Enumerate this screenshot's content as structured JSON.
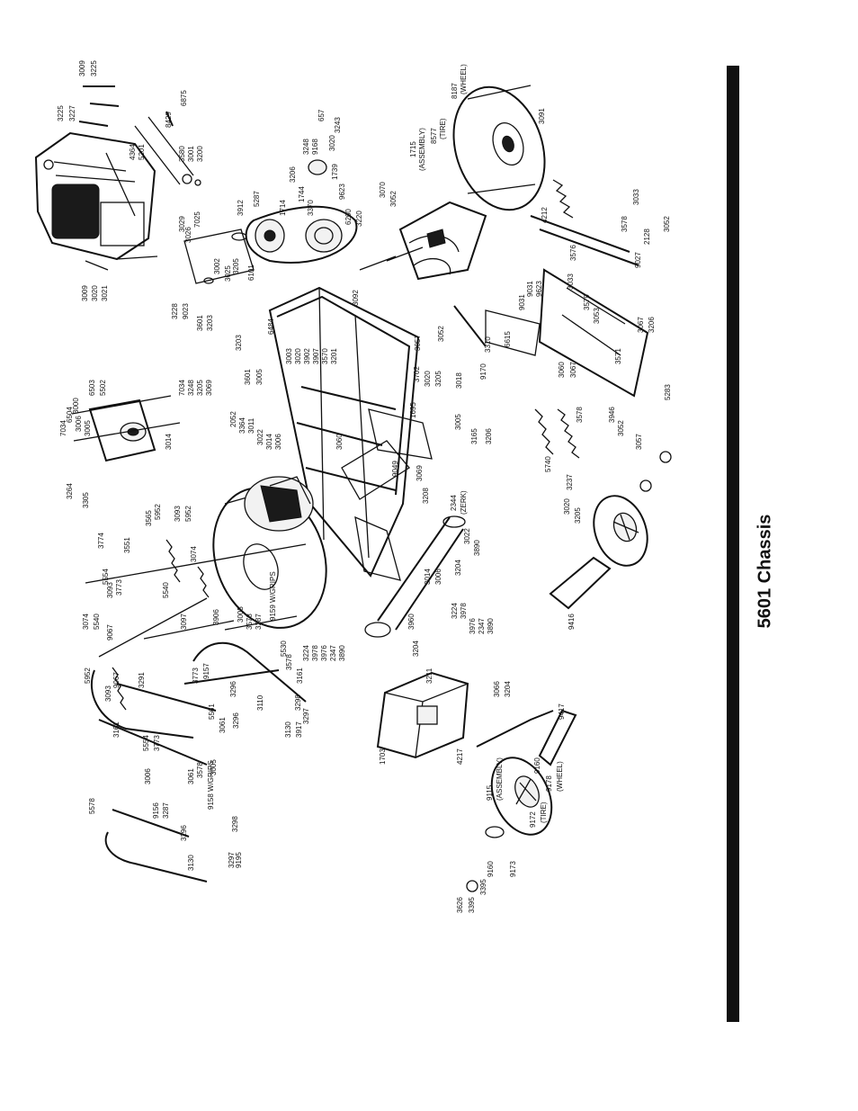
{
  "page": {
    "title": "5601 Chassis"
  },
  "diagram": {
    "parts": [
      {
        "id": "p1",
        "label": "3009"
      },
      {
        "id": "p2",
        "label": "3225"
      },
      {
        "id": "p3",
        "label": "3225"
      },
      {
        "id": "p4",
        "label": "3227"
      },
      {
        "id": "p5",
        "label": "6875"
      },
      {
        "id": "p6",
        "label": "8429"
      },
      {
        "id": "p7",
        "label": "3580"
      },
      {
        "id": "p8",
        "label": "3001"
      },
      {
        "id": "p9",
        "label": "3200"
      },
      {
        "id": "p10",
        "label": "4364"
      },
      {
        "id": "p11",
        "label": "5201"
      },
      {
        "id": "p12",
        "label": "3912"
      },
      {
        "id": "p13",
        "label": "3029"
      },
      {
        "id": "p14",
        "label": "3026"
      },
      {
        "id": "p15",
        "label": "7025"
      },
      {
        "id": "p16",
        "label": "3009"
      },
      {
        "id": "p17",
        "label": "3020"
      },
      {
        "id": "p18",
        "label": "3021"
      },
      {
        "id": "p19",
        "label": "3228"
      },
      {
        "id": "p20",
        "label": "9023"
      },
      {
        "id": "p21",
        "label": "3601"
      },
      {
        "id": "p22",
        "label": "3203"
      },
      {
        "id": "p23",
        "label": "3002"
      },
      {
        "id": "p24",
        "label": "3025"
      },
      {
        "id": "p25",
        "label": "3205"
      },
      {
        "id": "p26",
        "label": "5287"
      },
      {
        "id": "p27",
        "label": "1714"
      },
      {
        "id": "p28",
        "label": "6101"
      },
      {
        "id": "p29",
        "label": "6484"
      },
      {
        "id": "p30",
        "label": "3601"
      },
      {
        "id": "p31",
        "label": "3005"
      },
      {
        "id": "p32",
        "label": "3203"
      },
      {
        "id": "p33",
        "label": "3003"
      },
      {
        "id": "p34",
        "label": "3020"
      },
      {
        "id": "p35",
        "label": "3902"
      },
      {
        "id": "p36",
        "label": "3907"
      },
      {
        "id": "p37",
        "label": "3570"
      },
      {
        "id": "p38",
        "label": "3201"
      },
      {
        "id": "p39",
        "label": "657"
      },
      {
        "id": "p40",
        "label": "3248"
      },
      {
        "id": "p41",
        "label": "9168"
      },
      {
        "id": "p42",
        "label": "3020"
      },
      {
        "id": "p43",
        "label": "3243"
      },
      {
        "id": "p44",
        "label": "3206"
      },
      {
        "id": "p45",
        "label": "1744"
      },
      {
        "id": "p46",
        "label": "3370"
      },
      {
        "id": "p47",
        "label": "9623"
      },
      {
        "id": "p48",
        "label": "1739"
      },
      {
        "id": "p49",
        "label": "6260"
      },
      {
        "id": "p50",
        "label": "3220"
      },
      {
        "id": "p51",
        "label": "3070"
      },
      {
        "id": "p52",
        "label": "3052"
      },
      {
        "id": "p53",
        "label": "1715"
      },
      {
        "id": "p54",
        "label": "(ASSEMBLY)"
      },
      {
        "id": "p55",
        "label": "8577"
      },
      {
        "id": "p56",
        "label": "(TIRE)"
      },
      {
        "id": "p57",
        "label": "8187"
      },
      {
        "id": "p58",
        "label": "(WHEEL)"
      },
      {
        "id": "p59",
        "label": "3091"
      },
      {
        "id": "p60",
        "label": "3092"
      },
      {
        "id": "p61",
        "label": "3057"
      },
      {
        "id": "p62",
        "label": "3052"
      },
      {
        "id": "p63",
        "label": "3310"
      },
      {
        "id": "p64",
        "label": "6615"
      },
      {
        "id": "p65",
        "label": "3018"
      },
      {
        "id": "p66",
        "label": "9170"
      },
      {
        "id": "p67",
        "label": "3702"
      },
      {
        "id": "p68",
        "label": "3020"
      },
      {
        "id": "p69",
        "label": "3205"
      },
      {
        "id": "p70",
        "label": "1695"
      },
      {
        "id": "p71",
        "label": "3005"
      },
      {
        "id": "p72",
        "label": "3165"
      },
      {
        "id": "p73",
        "label": "3206"
      },
      {
        "id": "p74",
        "label": "4212"
      },
      {
        "id": "p75",
        "label": "3578"
      },
      {
        "id": "p76",
        "label": "3033"
      },
      {
        "id": "p77",
        "label": "2128"
      },
      {
        "id": "p78",
        "label": "9027"
      },
      {
        "id": "p79",
        "label": "3052"
      },
      {
        "id": "p80",
        "label": "3576"
      },
      {
        "id": "p81",
        "label": "9031"
      },
      {
        "id": "p82",
        "label": "3033"
      },
      {
        "id": "p83",
        "label": "9031"
      },
      {
        "id": "p84",
        "label": "9623"
      },
      {
        "id": "p85",
        "label": "3579"
      },
      {
        "id": "p86",
        "label": "3053"
      },
      {
        "id": "p87",
        "label": "3067"
      },
      {
        "id": "p88",
        "label": "3206"
      },
      {
        "id": "p89",
        "label": "3571"
      },
      {
        "id": "p90",
        "label": "3060"
      },
      {
        "id": "p91",
        "label": "3067"
      },
      {
        "id": "p92",
        "label": "3578"
      },
      {
        "id": "p93",
        "label": "3946"
      },
      {
        "id": "p94",
        "label": "3052"
      },
      {
        "id": "p95",
        "label": "3057"
      },
      {
        "id": "p96",
        "label": "5283"
      },
      {
        "id": "p97",
        "label": "5740"
      },
      {
        "id": "p98",
        "label": "3237"
      },
      {
        "id": "p99",
        "label": "3020"
      },
      {
        "id": "p100",
        "label": "3205"
      },
      {
        "id": "p101",
        "label": "3069"
      },
      {
        "id": "p102",
        "label": "3208"
      },
      {
        "id": "p103",
        "label": "2344"
      },
      {
        "id": "p104",
        "label": "(ZERK)"
      },
      {
        "id": "p105",
        "label": "3022"
      },
      {
        "id": "p106",
        "label": "3890"
      },
      {
        "id": "p107",
        "label": "3204"
      },
      {
        "id": "p108",
        "label": "3014"
      },
      {
        "id": "p109",
        "label": "3006"
      },
      {
        "id": "p110",
        "label": "9416"
      },
      {
        "id": "p111",
        "label": "3224"
      },
      {
        "id": "p112",
        "label": "3978"
      },
      {
        "id": "p113",
        "label": "3976"
      },
      {
        "id": "p114",
        "label": "2347"
      },
      {
        "id": "p115",
        "label": "3890"
      },
      {
        "id": "p116",
        "label": "3960"
      },
      {
        "id": "p117",
        "label": "3224"
      },
      {
        "id": "p118",
        "label": "3978"
      },
      {
        "id": "p119",
        "label": "3976"
      },
      {
        "id": "p120",
        "label": "2347"
      },
      {
        "id": "p121",
        "label": "3890"
      },
      {
        "id": "p122",
        "label": "3204"
      },
      {
        "id": "p123",
        "label": "3211"
      },
      {
        "id": "p124",
        "label": "3066"
      },
      {
        "id": "p125",
        "label": "3204"
      },
      {
        "id": "p126",
        "label": "1703"
      },
      {
        "id": "p127",
        "label": "4217"
      },
      {
        "id": "p128",
        "label": "9417"
      },
      {
        "id": "p129",
        "label": "9160"
      },
      {
        "id": "p130",
        "label": "9178"
      },
      {
        "id": "p131",
        "label": "(WHEEL)"
      },
      {
        "id": "p132",
        "label": "9172"
      },
      {
        "id": "p133",
        "label": "(TIRE)"
      },
      {
        "id": "p134",
        "label": "9115"
      },
      {
        "id": "p135",
        "label": "(ASSEMBLY)"
      },
      {
        "id": "p136",
        "label": "9173"
      },
      {
        "id": "p137",
        "label": "9160"
      },
      {
        "id": "p138",
        "label": "3395"
      },
      {
        "id": "p139",
        "label": "3395"
      },
      {
        "id": "p140",
        "label": "3626"
      },
      {
        "id": "p141",
        "label": "3000"
      },
      {
        "id": "p142",
        "label": "6503"
      },
      {
        "id": "p143",
        "label": "5502"
      },
      {
        "id": "p144",
        "label": "7034"
      },
      {
        "id": "p145",
        "label": "3248"
      },
      {
        "id": "p146",
        "label": "3205"
      },
      {
        "id": "p147",
        "label": "3069"
      },
      {
        "id": "p148",
        "label": "6504"
      },
      {
        "id": "p149",
        "label": "3006"
      },
      {
        "id": "p150",
        "label": "3005"
      },
      {
        "id": "p151",
        "label": "7034"
      },
      {
        "id": "p152",
        "label": "3014"
      },
      {
        "id": "p153",
        "label": "2052"
      },
      {
        "id": "p154",
        "label": "3364"
      },
      {
        "id": "p155",
        "label": "3011"
      },
      {
        "id": "p156",
        "label": "3022"
      },
      {
        "id": "p157",
        "label": "3014"
      },
      {
        "id": "p158",
        "label": "3006"
      },
      {
        "id": "p159",
        "label": "3264"
      },
      {
        "id": "p160",
        "label": "3305"
      },
      {
        "id": "p161",
        "label": "3774"
      },
      {
        "id": "p162",
        "label": "3551"
      },
      {
        "id": "p163",
        "label": "3565"
      },
      {
        "id": "p164",
        "label": "5952"
      },
      {
        "id": "p165",
        "label": "3093"
      },
      {
        "id": "p166",
        "label": "5952"
      },
      {
        "id": "p167",
        "label": "3074"
      },
      {
        "id": "p168",
        "label": "5554"
      },
      {
        "id": "p169",
        "label": "3093"
      },
      {
        "id": "p170",
        "label": "3773"
      },
      {
        "id": "p171",
        "label": "3074"
      },
      {
        "id": "p172",
        "label": "5540"
      },
      {
        "id": "p173",
        "label": "5540"
      },
      {
        "id": "p174",
        "label": "9067"
      },
      {
        "id": "p175",
        "label": "3097"
      },
      {
        "id": "p176",
        "label": "5952"
      },
      {
        "id": "p177",
        "label": "3093"
      },
      {
        "id": "p178",
        "label": "9067"
      },
      {
        "id": "p179",
        "label": "3291"
      },
      {
        "id": "p180",
        "label": "3906"
      },
      {
        "id": "p181",
        "label": "3005"
      },
      {
        "id": "p182",
        "label": "3578"
      },
      {
        "id": "p183",
        "label": "3287"
      },
      {
        "id": "p184",
        "label": "5530"
      },
      {
        "id": "p185",
        "label": "9159 W/GRIPS"
      },
      {
        "id": "p186",
        "label": "3161"
      },
      {
        "id": "p187",
        "label": "3773"
      },
      {
        "id": "p188",
        "label": "9157"
      },
      {
        "id": "p189",
        "label": "3578"
      },
      {
        "id": "p190",
        "label": "3296"
      },
      {
        "id": "p191",
        "label": "3110"
      },
      {
        "id": "p192",
        "label": "5561"
      },
      {
        "id": "p193",
        "label": "3061"
      },
      {
        "id": "p194",
        "label": "3296"
      },
      {
        "id": "p195",
        "label": "3130"
      },
      {
        "id": "p196",
        "label": "3298"
      },
      {
        "id": "p197",
        "label": "3297"
      },
      {
        "id": "p198",
        "label": "3917"
      },
      {
        "id": "p199",
        "label": "3161"
      },
      {
        "id": "p200",
        "label": "5554"
      },
      {
        "id": "p201",
        "label": "3773"
      },
      {
        "id": "p202",
        "label": "3578"
      },
      {
        "id": "p203",
        "label": "3061"
      },
      {
        "id": "p204",
        "label": "3005"
      },
      {
        "id": "p205",
        "label": "3006"
      },
      {
        "id": "p206",
        "label": "5578"
      },
      {
        "id": "p207",
        "label": "9156"
      },
      {
        "id": "p208",
        "label": "3287"
      },
      {
        "id": "p209",
        "label": "9158 W/GRIPS"
      },
      {
        "id": "p210",
        "label": "3298"
      },
      {
        "id": "p211",
        "label": "3296"
      },
      {
        "id": "p212",
        "label": "3130"
      },
      {
        "id": "p213",
        "label": "3297"
      },
      {
        "id": "p214",
        "label": "9195"
      },
      {
        "id": "p215",
        "label": "3060"
      },
      {
        "id": "p216",
        "label": "9049"
      }
    ]
  }
}
